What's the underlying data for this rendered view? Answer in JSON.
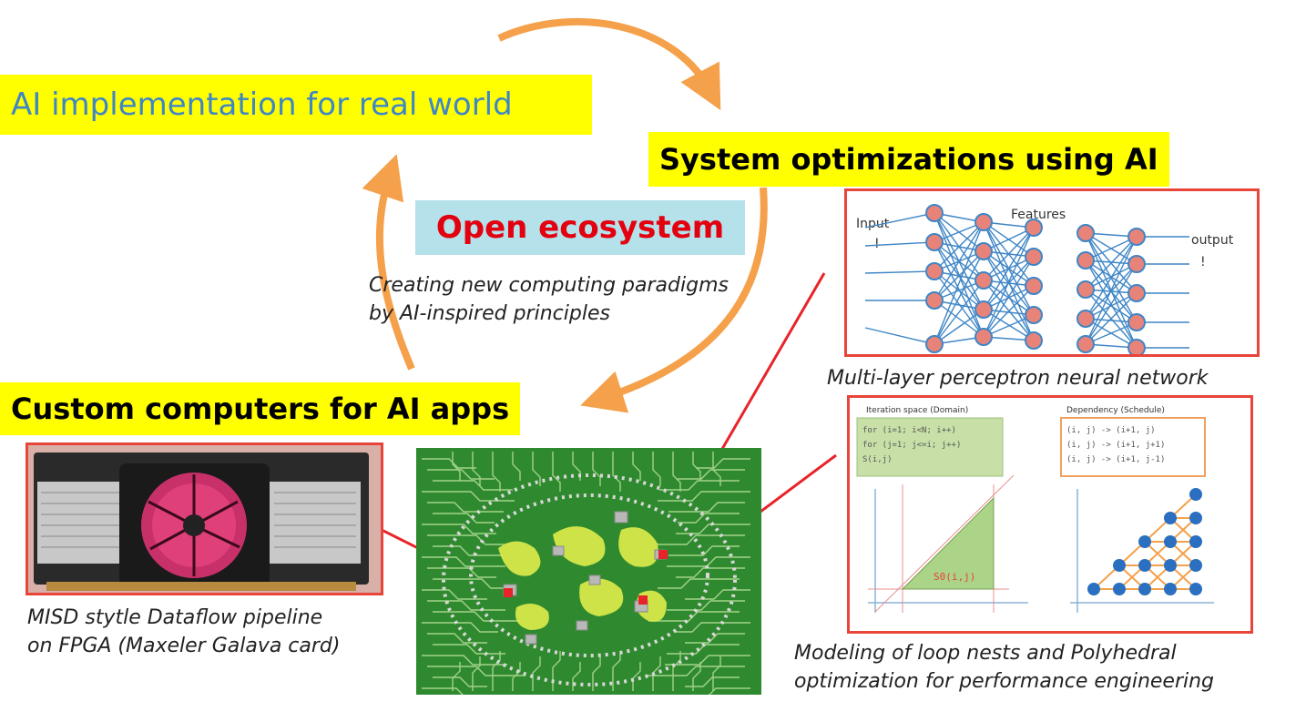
{
  "labels": {
    "ai_implementation": "AI implementation for real world",
    "system_optimizations": "System optimizations using AI",
    "custom_computers": "Custom computers for AI apps",
    "open_ecosystem": "Open ecosystem",
    "paradigm_line1": "Creating new computing paradigms",
    "paradigm_line2": "by AI-inspired principles"
  },
  "mlp": {
    "input_label": "Input",
    "features_label": "Features",
    "output_label": "output",
    "caption": "Multi-layer perceptron neural network"
  },
  "polyhedral": {
    "domain_title": "Iteration space (Domain)",
    "schedule_title": "Dependency (Schedule)",
    "domain_code": [
      "for (i=1; i<N; i++)",
      "  for (j=1; j<=i; j++)",
      "    S(i,j)"
    ],
    "schedule_code": [
      "(i, j)  ->  (i+1, j)",
      "(i, j)  ->  (i+1, j+1)",
      "(i, j)  ->  (i+1, j-1)"
    ],
    "stmt_label": "S0(i,j)",
    "caption_line1": "Modeling of loop nests and Polyhedral",
    "caption_line2": "optimization for performance engineering"
  },
  "hardware": {
    "caption_line1": "MISD stytle Dataflow pipeline",
    "caption_line2": "on FPGA  (Maxeler Galava card)"
  },
  "colors": {
    "highlight": "#ffff00",
    "arrow": "#f5a04a",
    "frame": "#e8443a",
    "ecosystem_bg": "#b4e1ea",
    "ecosystem_text": "#e3000f",
    "neuron": "#e8837a",
    "edge": "#3f86c6"
  }
}
